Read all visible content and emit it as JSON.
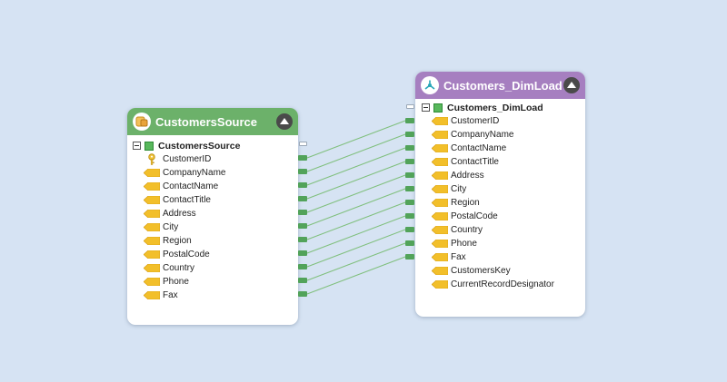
{
  "source": {
    "title": "CustomersSource",
    "icon": "database-source-icon",
    "group": "CustomersSource",
    "fields": [
      "CustomerID",
      "CompanyName",
      "ContactName",
      "ContactTitle",
      "Address",
      "City",
      "Region",
      "PostalCode",
      "Country",
      "Phone",
      "Fax"
    ]
  },
  "destination": {
    "title": "Customers_DimLoad",
    "icon": "dimension-load-icon",
    "group": "Customers_DimLoad",
    "fields": [
      "CustomerID",
      "CompanyName",
      "ContactName",
      "ContactTitle",
      "Address",
      "City",
      "Region",
      "PostalCode",
      "Country",
      "Phone",
      "Fax",
      "CustomersKey",
      "CurrentRecordDesignator"
    ]
  },
  "colors": {
    "background": "#d6e3f3",
    "source_header": "#6cb16a",
    "destination_header": "#a67fc0",
    "connector": "#7fbf7c",
    "field_icon": "#f2bf2a"
  }
}
